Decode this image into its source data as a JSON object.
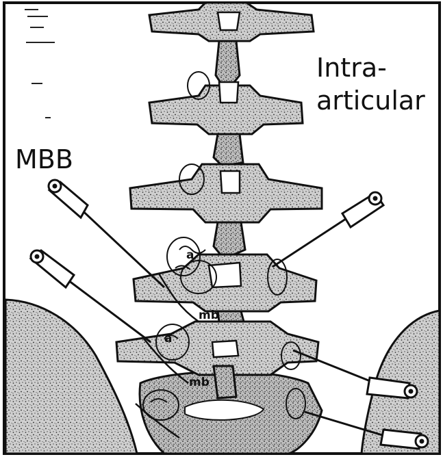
{
  "figure": {
    "labels": {
      "intra_articular_line1": "Intra-",
      "intra_articular_line2": "articular",
      "mbb": "MBB",
      "mb_upper": "mb",
      "mb_lower": "mb",
      "a_upper": "a",
      "a_lower": "a"
    },
    "colors": {
      "background": "#ffffff",
      "bone_fill": "#c9c9c9",
      "stipple": "#3a3a3a",
      "outline": "#111111"
    }
  }
}
